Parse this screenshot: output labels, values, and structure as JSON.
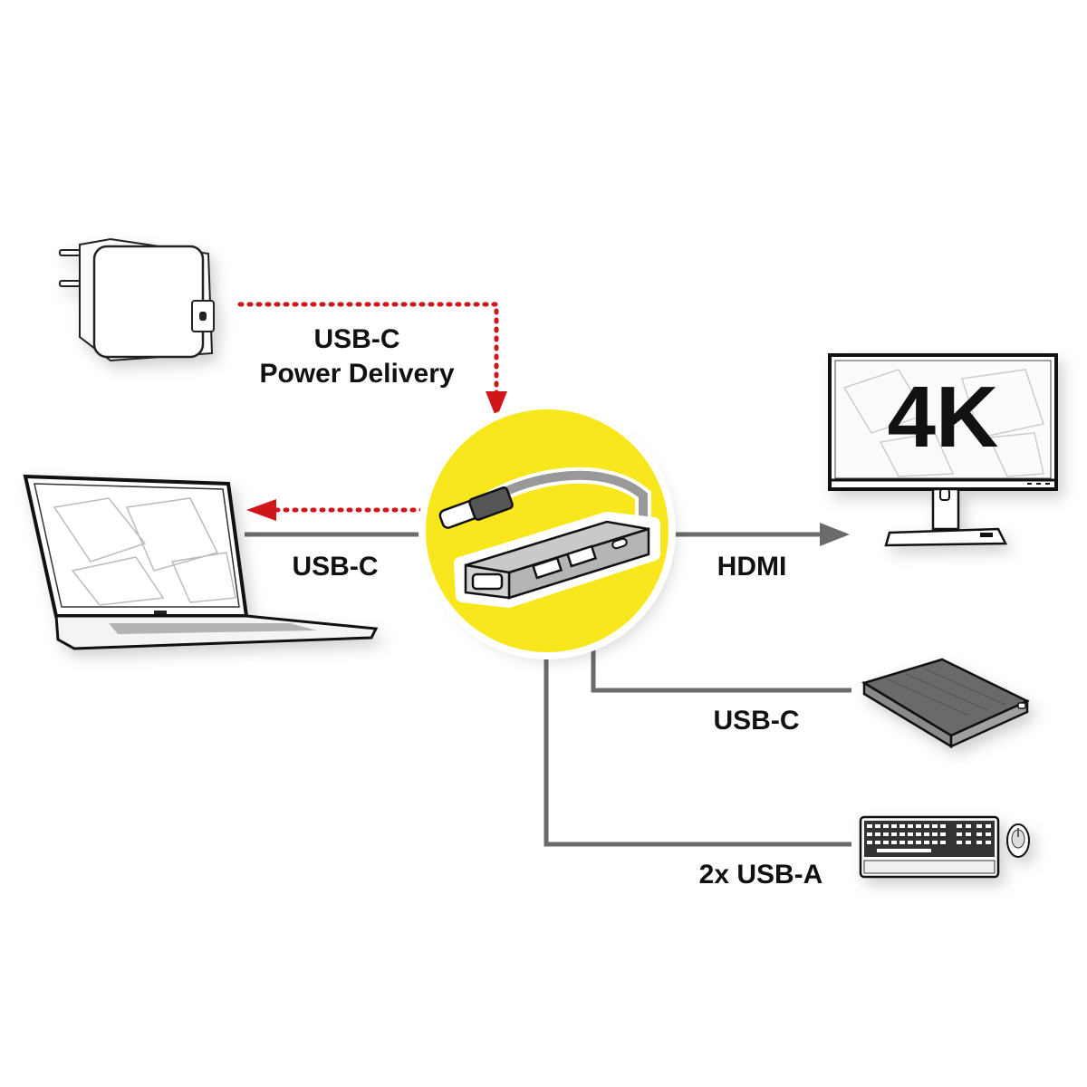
{
  "diagram": {
    "title": "USB-C multiport hub connection diagram",
    "colors": {
      "hub_circle": "#f7e71c",
      "power_line": "#d0161b",
      "data_line": "#6b6b6b",
      "text": "#111111"
    },
    "hub": {
      "name": "USB-C hub (HDMI, 2x USB-A, USB-C PD)"
    },
    "connections": [
      {
        "id": "power",
        "label_line1": "USB-C",
        "label_line2": "Power Delivery",
        "device": "power-adapter",
        "style": "dotted-red",
        "direction": "to-hub"
      },
      {
        "id": "laptop",
        "label": "USB-C",
        "device": "laptop",
        "style": "solid-gray + dotted-red",
        "direction": "to-laptop"
      },
      {
        "id": "monitor",
        "label": "HDMI",
        "device": "monitor",
        "style": "solid-gray",
        "direction": "to-monitor"
      },
      {
        "id": "drive",
        "label": "USB-C",
        "device": "external-drive",
        "style": "solid-gray"
      },
      {
        "id": "peripherals",
        "label": "2x USB-A",
        "device": "keyboard-and-mouse",
        "style": "solid-gray"
      }
    ],
    "monitor_screen_text": "4K"
  }
}
